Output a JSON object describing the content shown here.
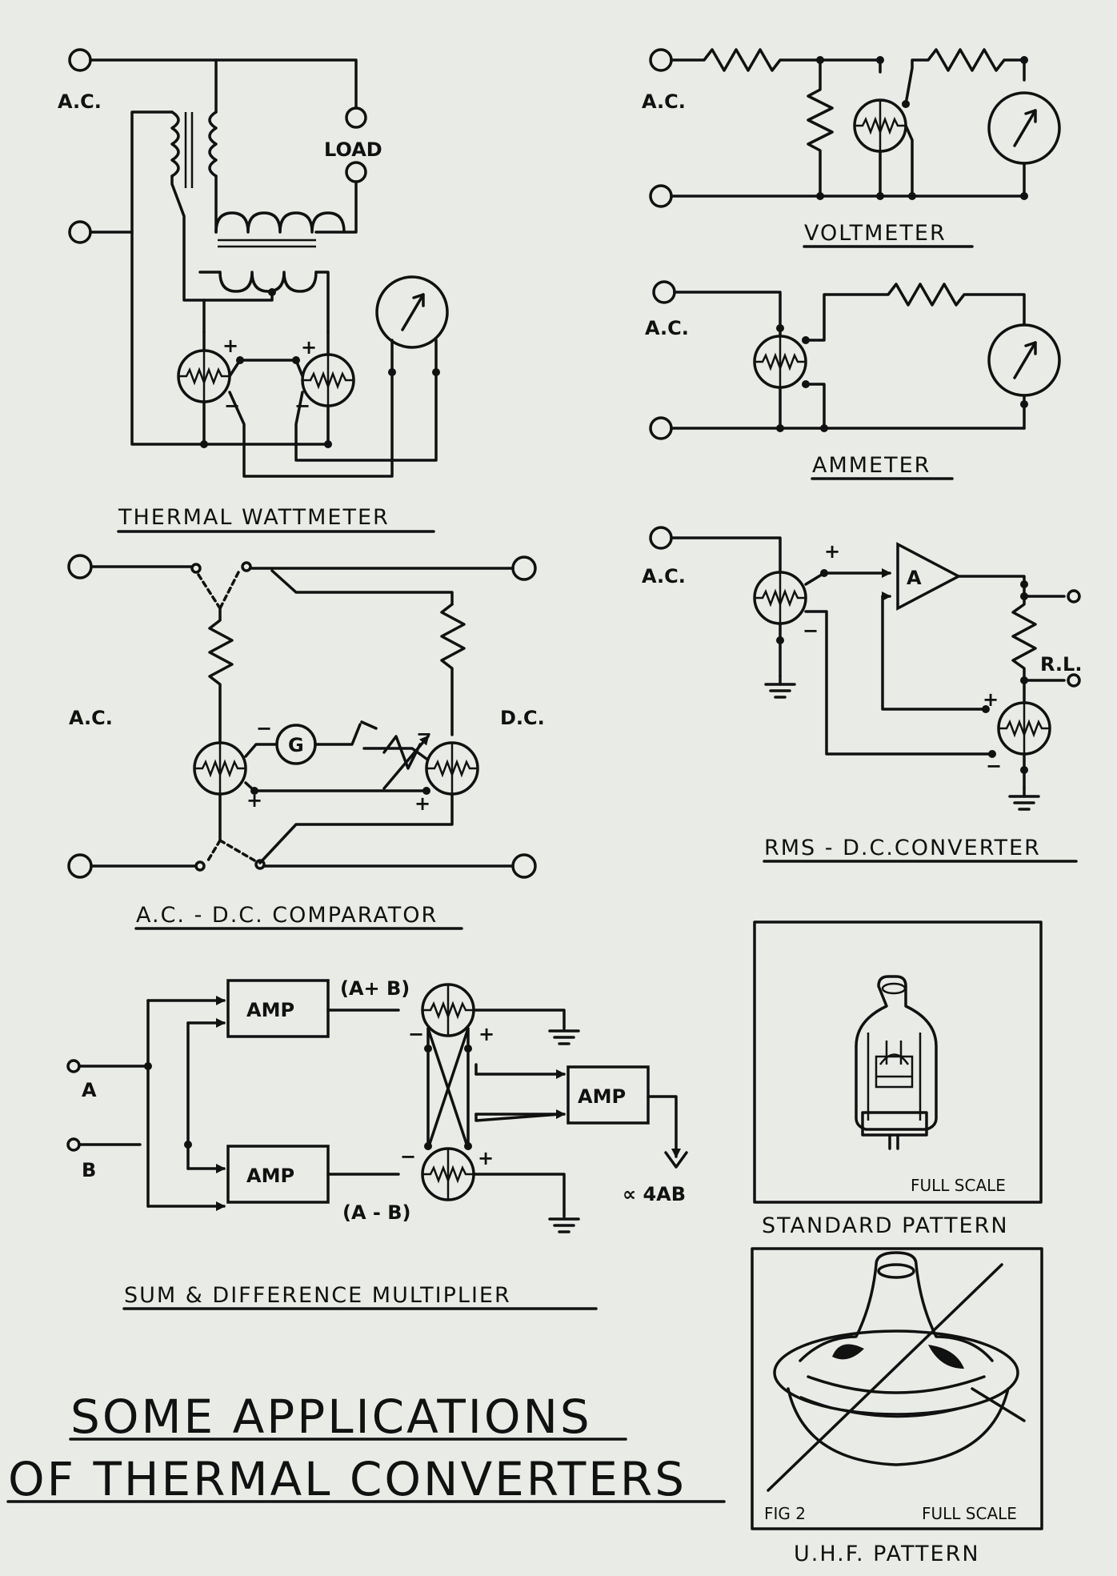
{
  "title": {
    "line1": "SOME APPLICATIONS",
    "line2": "OF THERMAL CONVERTERS"
  },
  "thermal_wattmeter": {
    "caption": "THERMAL WATTMETER",
    "ac_label": "A.C.",
    "load_label": "LOAD",
    "plus": "+",
    "minus": "−"
  },
  "voltmeter": {
    "caption": "VOLTMETER",
    "ac_label": "A.C."
  },
  "ammeter": {
    "caption": "AMMETER",
    "ac_label": "A.C."
  },
  "comparator": {
    "caption": "A.C. - D.C. COMPARATOR",
    "ac_label": "A.C.",
    "dc_label": "D.C.",
    "galvanometer": "G",
    "plus": "+",
    "minus": "−"
  },
  "rms_converter": {
    "caption": "RMS - D.C.CONVERTER",
    "ac_label": "A.C.",
    "amp_label": "A",
    "rl_label": "R.L.",
    "plus": "+",
    "minus": "−"
  },
  "multiplier": {
    "caption": "SUM & DIFFERENCE MULTIPLIER",
    "input_a": "A",
    "input_b": "B",
    "amp_label": "AMP",
    "sum_label": "(A+ B)",
    "diff_label": "(A - B)",
    "output_label": "∝ 4AB",
    "plus": "+",
    "minus": "−"
  },
  "standard_pattern": {
    "scale_label": "FULL SCALE",
    "caption": "STANDARD PATTERN"
  },
  "uhf_pattern": {
    "fig_label": "FIG 2",
    "scale_label": "FULL SCALE",
    "caption": "U.H.F. PATTERN"
  }
}
